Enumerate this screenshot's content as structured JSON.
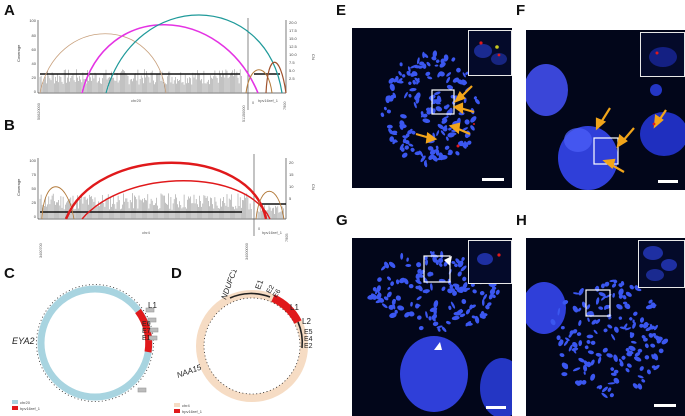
{
  "panels": {
    "A": {
      "label": "A",
      "ylabel_left": "Coverage",
      "ylabel_right": "CN",
      "ticks_left": [
        "100",
        "80",
        "60",
        "40",
        "20",
        "0"
      ],
      "ticks_right": [
        "20.0",
        "17.5",
        "15.0",
        "12.5",
        "10.0",
        "7.5",
        "5.0",
        "2.5"
      ],
      "x_chrom": "chr20",
      "x_virus": "hpv16ref_1",
      "x_start": "50620000",
      "x_mid": "51150000",
      "x_end": "7900",
      "x_vstart": "0"
    },
    "B": {
      "label": "B",
      "ylabel_left": "Coverage",
      "ylabel_right": "CN",
      "ticks_left": [
        "100",
        "75",
        "50",
        "25",
        "0"
      ],
      "ticks_right": [
        "20",
        "15",
        "10",
        "5"
      ],
      "x_chrom": "chr4",
      "x_virus": "hpv16ref_1",
      "x_start": "3400700",
      "x_mid": "34000000",
      "x_end": "7905",
      "x_vstart": "0"
    },
    "C": {
      "label": "C",
      "gene": "EYA2",
      "tags": [
        "L1",
        "E6",
        "E7",
        "E1"
      ],
      "legend": [
        "chr20",
        "hpv16ref_1"
      ]
    },
    "D": {
      "label": "D",
      "genes": [
        "NDUFC1",
        "NAA15"
      ],
      "tags": [
        "E1",
        "E2",
        "E6",
        "L1",
        "L2",
        "E5",
        "E4",
        "E2"
      ],
      "legend": [
        "chr4",
        "hpv16ref_1"
      ]
    },
    "E": {
      "label": "E"
    },
    "F": {
      "label": "F"
    },
    "G": {
      "label": "G"
    },
    "H": {
      "label": "H"
    }
  },
  "colors": {
    "chr20": "#a8d4e0",
    "chr4": "#f6dcc4",
    "virus": "#e0191b",
    "fish_blue": "#2a3fd6",
    "arrow": "#f2a51a"
  }
}
